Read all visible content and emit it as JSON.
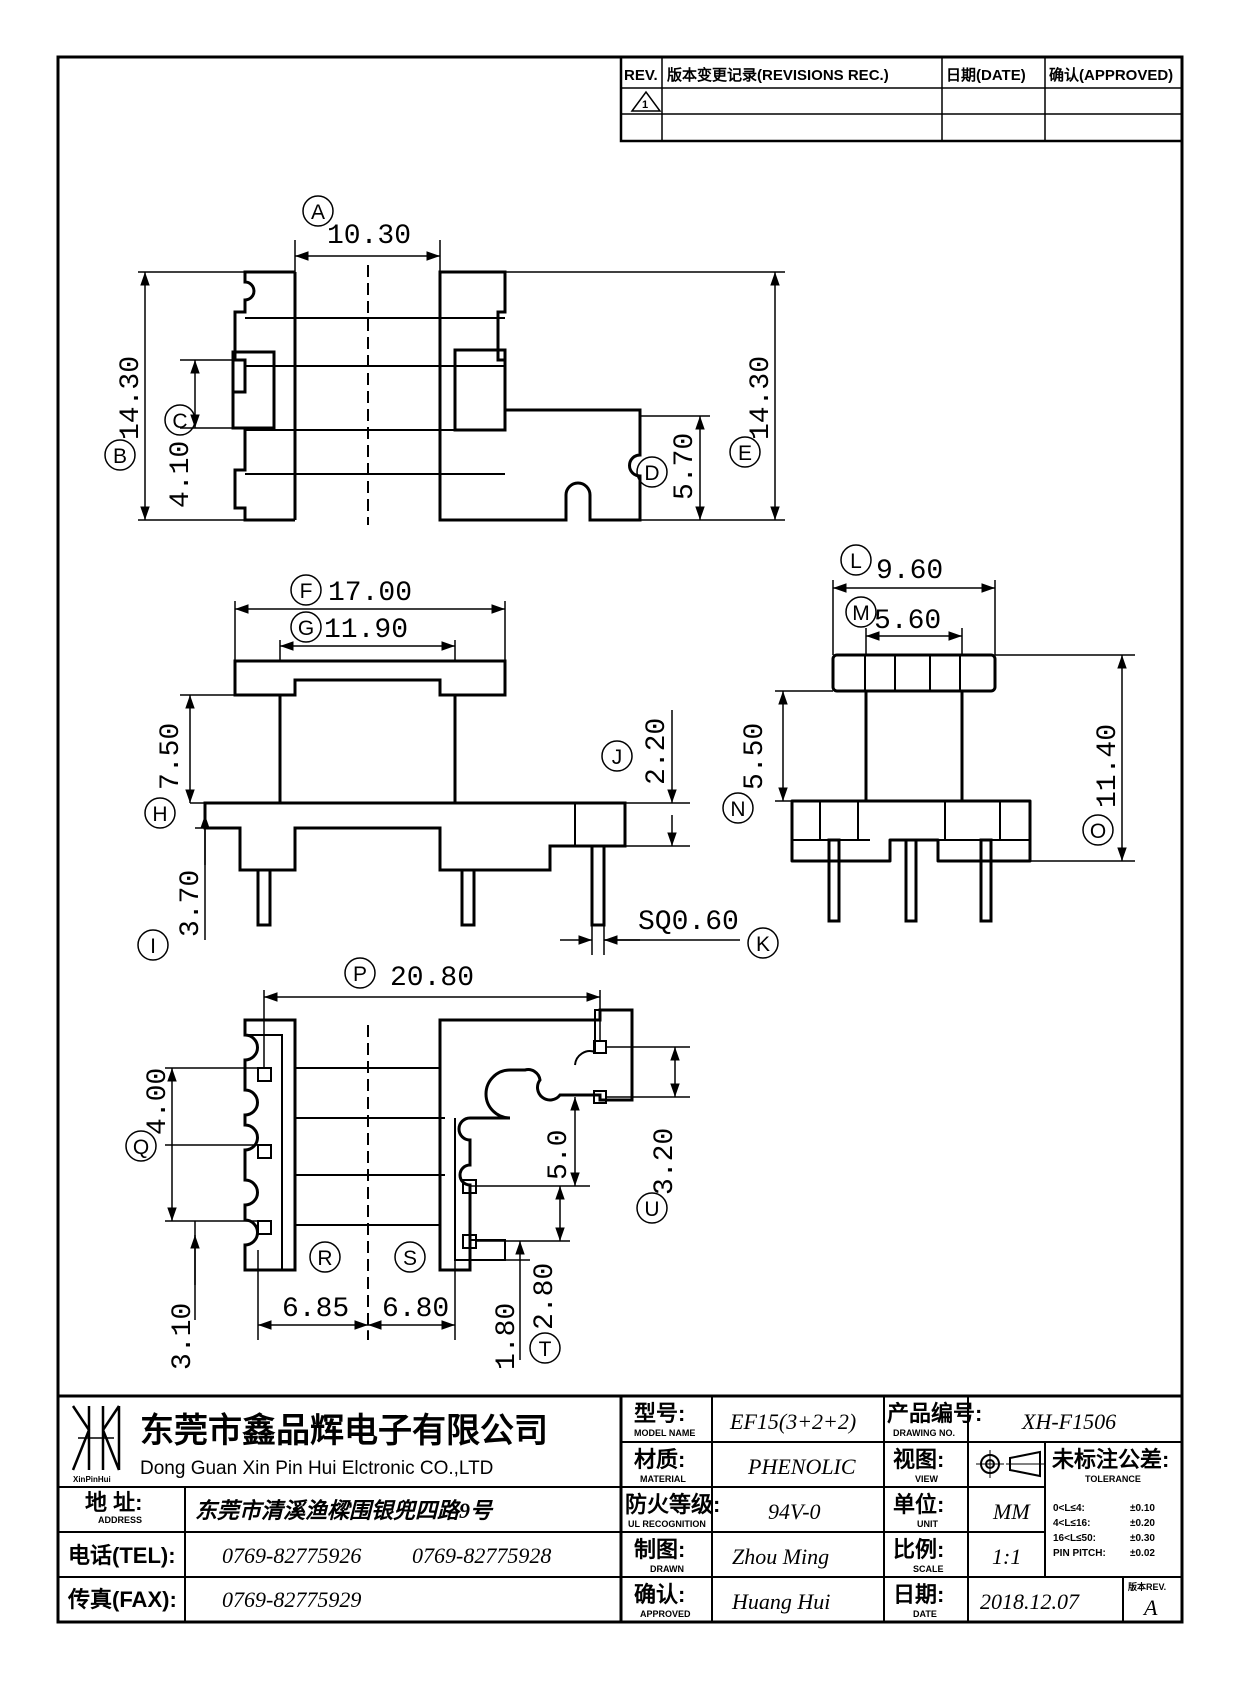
{
  "revision_block": {
    "headers": {
      "rev": "REV.",
      "record": "版本变更记录(REVISIONS REC.)",
      "date": "日期(DATE)",
      "approved": "确认(APPROVED)"
    },
    "first_rev_symbol": "1"
  },
  "dimensions": {
    "A": {
      "bubble": "A",
      "value": "10.30"
    },
    "B": {
      "bubble": "B",
      "value": "14.30"
    },
    "C": {
      "bubble": "C",
      "value": "4.10"
    },
    "D": {
      "bubble": "D",
      "value": "5.70"
    },
    "E": {
      "bubble": "E",
      "value": "14.30"
    },
    "F": {
      "bubble": "F",
      "value": "17.00"
    },
    "G": {
      "bubble": "G",
      "value": "11.90"
    },
    "H": {
      "bubble": "H",
      "value": "7.50"
    },
    "I": {
      "bubble": "I",
      "value": "3.70"
    },
    "J": {
      "bubble": "J",
      "value": "2.20"
    },
    "K": {
      "bubble": "K",
      "value": "SQ0.60"
    },
    "L": {
      "bubble": "L",
      "value": "9.60"
    },
    "M": {
      "bubble": "M",
      "value": "5.60"
    },
    "N": {
      "bubble": "N",
      "value": "5.50"
    },
    "O": {
      "bubble": "O",
      "value": "11.40"
    },
    "P": {
      "bubble": "P",
      "value": "20.80"
    },
    "Q": {
      "bubble": "Q",
      "value": "4.00"
    },
    "R": {
      "bubble": "R",
      "value": "6.85"
    },
    "S": {
      "bubble": "S",
      "value": "6.80"
    },
    "T": {
      "bubble": "T",
      "value": "2.80"
    },
    "T2": {
      "value": "1.80"
    },
    "U": {
      "bubble": "U",
      "value": "3.20"
    },
    "U2": {
      "value": "5.0"
    },
    "Q2": {
      "value": "3.10"
    }
  },
  "title_block": {
    "company_cn": "东莞市鑫品辉电子有限公司",
    "company_en": "Dong Guan Xin Pin Hui Elctronic CO.,LTD",
    "logo_caption": "XinPinHui",
    "address_label": "地  址:",
    "address_sub": "ADDRESS",
    "address": "东莞市清溪渔樑围银兜四路9号",
    "tel_label": "电话(TEL):",
    "tel1": "0769-82775926",
    "tel2": "0769-82775928",
    "fax_label": "传真(FAX):",
    "fax": "0769-82775929",
    "model_label": "型号:",
    "model_sub": "MODEL NAME",
    "model": "EF15(3+2+2)",
    "material_label": "材质:",
    "material_sub": "MATERIAL",
    "material": "PHENOLIC",
    "flame_label": "防火等级:",
    "flame_sub": "UL RECOGNITION",
    "flame": "94V-0",
    "drawn_label": "制图:",
    "drawn_sub": "DRAWN",
    "drawn": "Zhou Ming",
    "approved_label": "确认:",
    "approved_sub": "APPROVED",
    "approved": "Huang Hui",
    "drawing_no_label": "产品编号:",
    "drawing_no_sub": "DRAWING NO.",
    "drawing_no": "XH-F1506",
    "view_label": "视图:",
    "view_sub": "VIEW",
    "unit_label": "单位:",
    "unit_sub": "UNIT",
    "unit": "MM",
    "scale_label": "比例:",
    "scale_sub": "SCALE",
    "scale": "1:1",
    "date_label": "日期:",
    "date_sub": "DATE",
    "date": "2018.12.07",
    "tolerance_label": "未标注公差:",
    "tolerance_sub": "TOLERANCE",
    "tolerances": [
      {
        "range": "0<L≤4:",
        "value": "±0.10"
      },
      {
        "range": "4<L≤16:",
        "value": "±0.20"
      },
      {
        "range": "16<L≤50:",
        "value": "±0.30"
      },
      {
        "range": "PIN PITCH:",
        "value": "±0.02"
      }
    ],
    "rev_label": "版本REV.",
    "rev": "A"
  }
}
